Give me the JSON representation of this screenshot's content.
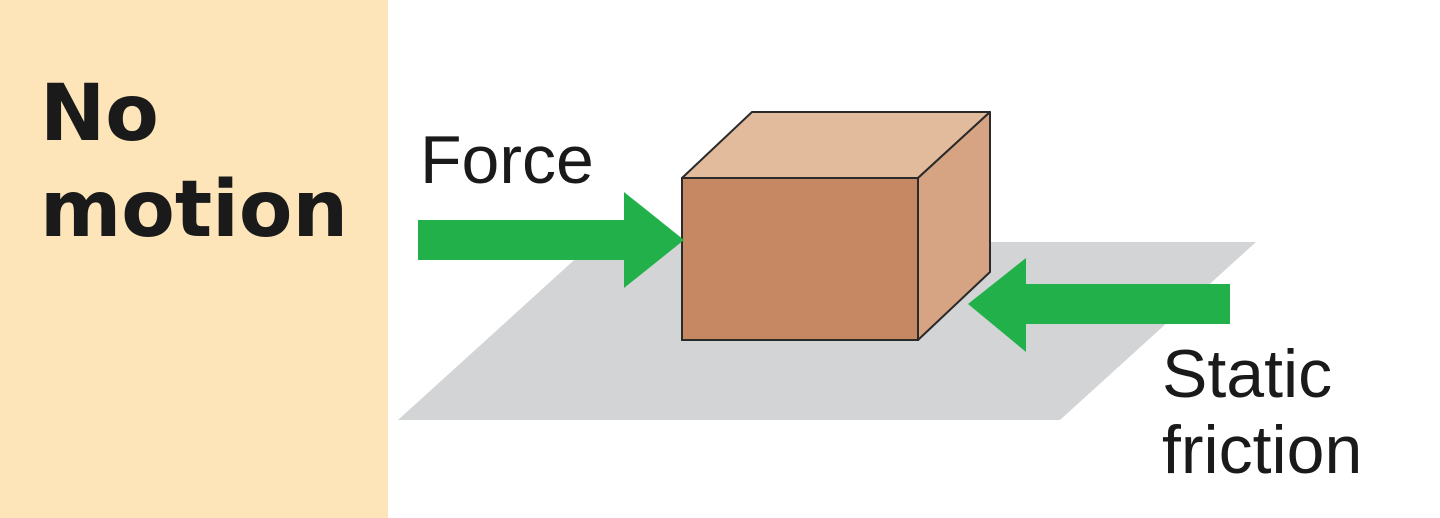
{
  "panel": {
    "title_line1": "No",
    "title_line2": "motion",
    "background": "#fde4b9"
  },
  "diagram": {
    "force_label": "Force",
    "friction_label_line1": "Static",
    "friction_label_line2": "friction",
    "colors": {
      "arrow": "#22b04b",
      "box_front": "#c68863",
      "box_top": "#e2bb9c",
      "box_side": "#d6a482",
      "floor": "#d3d4d6",
      "outline": "#2a2a2a"
    }
  }
}
